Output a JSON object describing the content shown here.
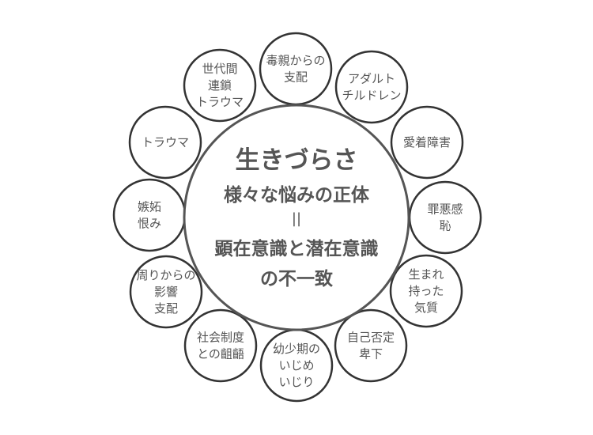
{
  "center": {
    "title": "生きづらさ",
    "subtitle": "様々な悩みの正体",
    "equals": "||",
    "line1": "顕在意識と潜在意識",
    "line2": "の不一致"
  },
  "nodes": [
    {
      "lines": [
        "毒親からの",
        "支配"
      ]
    },
    {
      "lines": [
        "アダルト",
        "チルドレン"
      ]
    },
    {
      "lines": [
        "愛着障害"
      ]
    },
    {
      "lines": [
        "罪悪感",
        "恥"
      ]
    },
    {
      "lines": [
        "生まれ",
        "持った",
        "気質"
      ]
    },
    {
      "lines": [
        "自己否定",
        "卑下"
      ]
    },
    {
      "lines": [
        "幼少期の",
        "いじめ",
        "いじり"
      ]
    },
    {
      "lines": [
        "社会制度",
        "との齟齬"
      ]
    },
    {
      "lines": [
        "周りからの",
        "影響",
        "支配"
      ]
    },
    {
      "lines": [
        "嫉妬",
        "恨み"
      ]
    },
    {
      "lines": [
        "トラウマ"
      ]
    },
    {
      "lines": [
        "世代間",
        "連鎖",
        "トラウマ"
      ]
    }
  ],
  "colors": {
    "stroke": "#333333",
    "center_stroke": "#555555",
    "text": "#555555"
  }
}
